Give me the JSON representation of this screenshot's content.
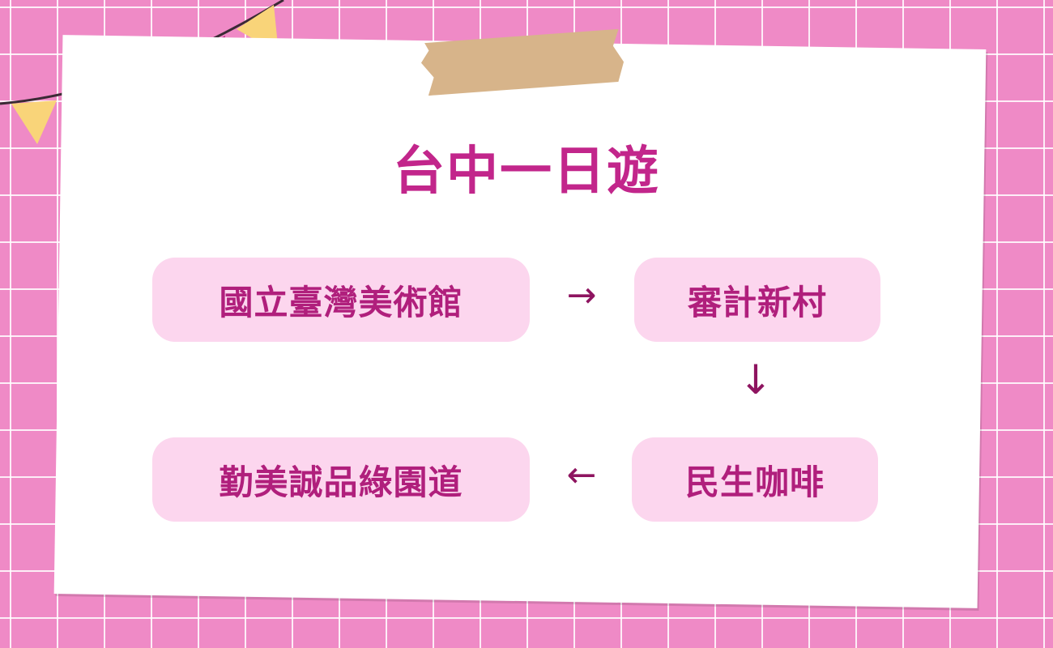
{
  "title": "台中一日遊",
  "route": {
    "stops": [
      "國立臺灣美術館",
      "審計新村",
      "民生咖啡",
      "勤美誠品綠園道"
    ],
    "arrows": [
      "→",
      "↓",
      "←"
    ]
  },
  "colors": {
    "background": "#ef8ac6",
    "title": "#c2268b",
    "node_fill": "#fcd6ee",
    "node_text": "#b01f7c",
    "arrow": "#8e1460",
    "tape": "#d7b48a",
    "bunting_pink": "#c2268b",
    "bunting_yellow": "#f9d479"
  },
  "decorations": {
    "bunting_icon": "bunting-flags-icon",
    "tape_icon": "masking-tape-icon"
  }
}
